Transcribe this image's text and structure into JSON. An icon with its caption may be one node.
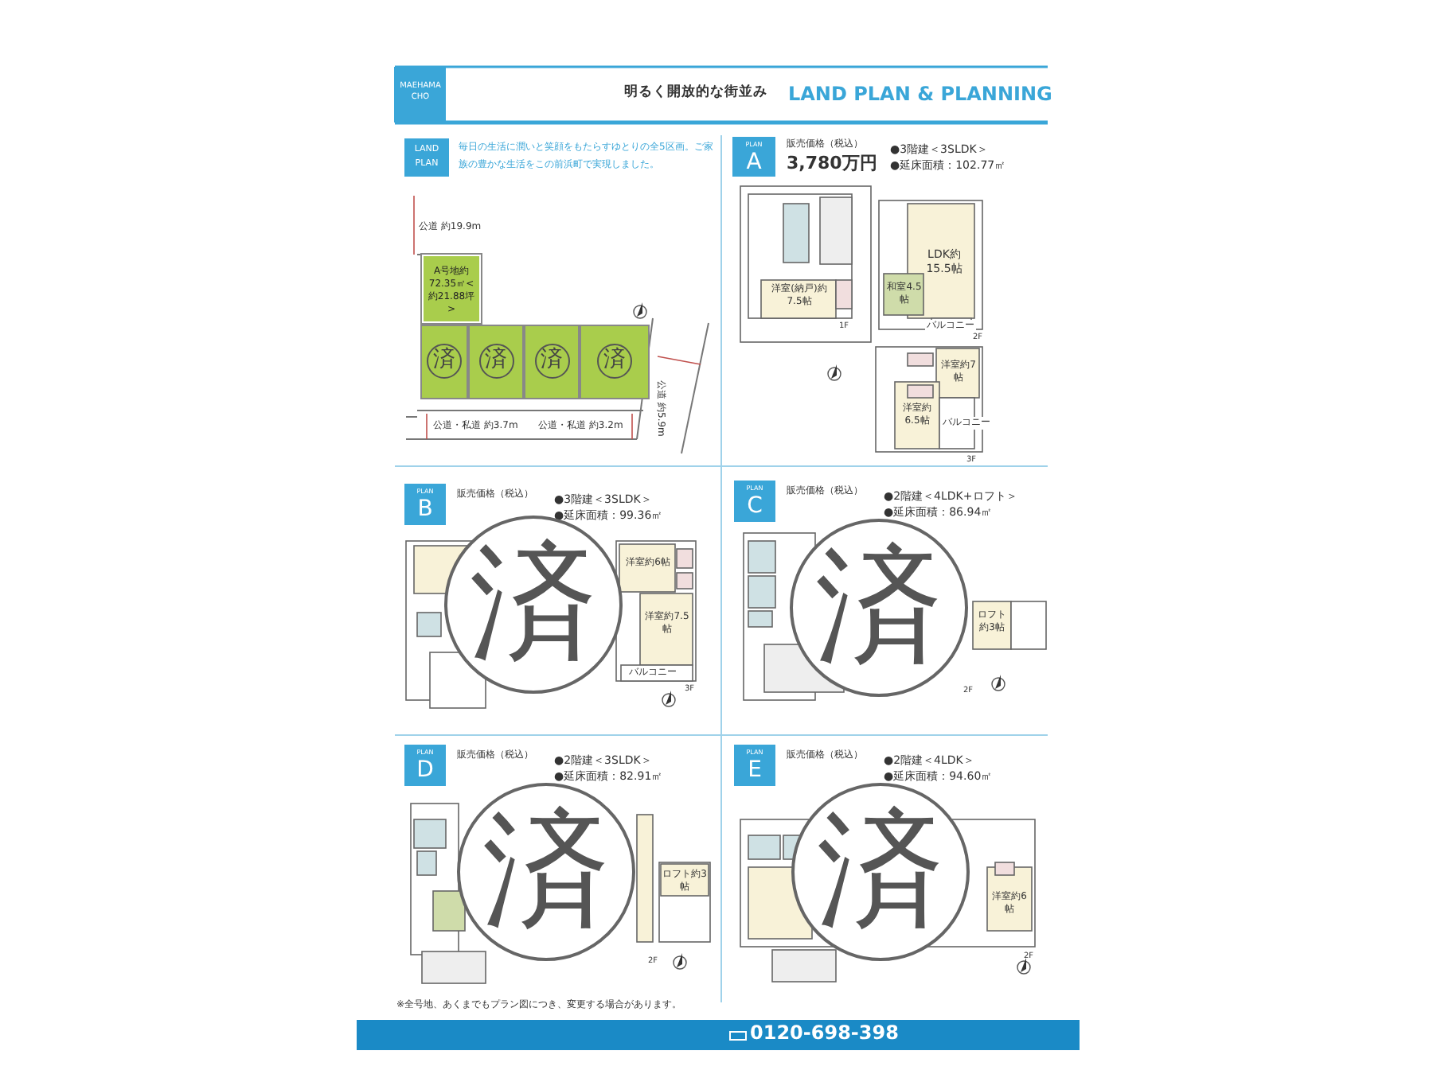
{
  "diagram": {
    "title": "LAND PLAN & PLANNING",
    "nodes": [
      {
        "text": [
          "MAEHAMA CHO"
        ]
      },
      {
        "text": [
          "LAND PLAN"
        ],
        "beside": [
          "毎日の生活に潤いと笑顔をもたらすゆとりの全5区画。ご家族の豊かな生活をこの前浜町で実現しました。"
        ]
      },
      {
        "text": [
          "A号地約72.35㎡<約21.88坪>"
        ]
      },
      {
        "text": [
          "済"
        ]
      },
      {
        "text": [
          "済"
        ]
      },
      {
        "text": [
          "済"
        ]
      },
      {
        "text": [
          "済"
        ]
      },
      {
        "text": [
          "PLAN",
          "A"
        ],
        "beside": [
          "販売価格（税込）",
          "3,780万円",
          "●3階建＜3SLDK＞",
          "●延床面積：102.77㎡"
        ]
      },
      {
        "text": [
          "PLAN",
          "B"
        ],
        "beside": [
          "販売価格（税込）",
          "●3階建＜3SLDK＞",
          "●延床面積：99.36㎡"
        ]
      },
      {
        "text": [
          "PLAN",
          "C"
        ],
        "beside": [
          "販売価格（税込）",
          "●2階建＜4LDK+ロフト＞",
          "●延床面積：86.94㎡"
        ]
      },
      {
        "text": [
          "PLAN",
          "D"
        ],
        "beside": [
          "販売価格（税込）",
          "●2階建＜3SLDK＞",
          "●延床面積：82.91㎡"
        ]
      },
      {
        "text": [
          "PLAN",
          "E"
        ],
        "beside": [
          "販売価格（税込）",
          "●2階建＜4LDK＞",
          "●延床面積：94.60㎡"
        ]
      },
      {
        "text": [
          "済"
        ]
      },
      {
        "text": [
          "済"
        ]
      },
      {
        "text": [
          "済"
        ]
      },
      {
        "text": [
          "済"
        ]
      }
    ],
    "labels": [
      "明るく開放的な街並み",
      "公道 約19.9m",
      "公道・私道 約3.7m",
      "公道・私道 約3.2m",
      "公道 約5.9m",
      "洋室(納戸)約7.5帖",
      "1F",
      "LDK約15.5帖",
      "和室4.5帖",
      "バルコニー",
      "2F",
      "洋室約7帖",
      "洋室約6.5帖",
      "バルコニー",
      "3F",
      "洋室約6帖",
      "洋室約7.5帖",
      "バルコニー",
      "3F",
      "ロフト約3帖",
      "2F",
      "ロフト約3帖",
      "2F",
      "洋室約6帖",
      "2F",
      "※全号地、あくまでもプラン図につき、変更する場合があります。",
      "0120-698-398"
    ]
  }
}
